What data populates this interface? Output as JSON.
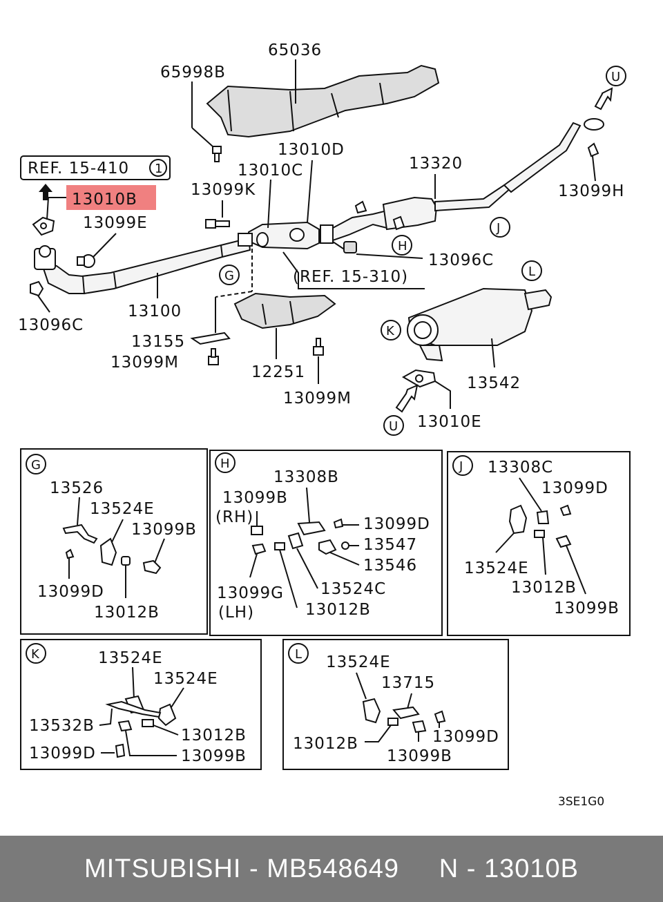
{
  "labels": {
    "p65036": "65036",
    "p65998B": "65998B",
    "p13010D": "13010D",
    "p13320": "13320",
    "p13010C": "13010C",
    "p13099K": "13099K",
    "p13099H": "13099H",
    "ref1": "REF. 15-410",
    "ref1_circle": "1",
    "highlight": "13010B",
    "p13099E": "13099E",
    "p13096C_right": "13096C",
    "ref2": "(REF. 15-310)",
    "p13100": "13100",
    "p13096C_left": "13096C",
    "p13155": "13155",
    "p13099M_left": "13099M",
    "p12251": "12251",
    "p13099M_mid": "13099M",
    "p13542": "13542",
    "p13010E": "13010E"
  },
  "callouts": {
    "U_top": "U",
    "J": "J",
    "H": "H",
    "G": "G",
    "L": "L",
    "K": "K",
    "U_bottom": "U"
  },
  "panels": {
    "G": {
      "letter": "G",
      "a": "13526",
      "b": "13524E",
      "c": "13099B",
      "d": "13099D",
      "e": "13012B"
    },
    "H": {
      "letter": "H",
      "a": "13308B",
      "b": "13099B",
      "c": "(RH)",
      "d": "13099D",
      "e": "13547",
      "f": "13546",
      "g": "13099G",
      "h": "13524C",
      "i": "(LH)",
      "j": "13012B"
    },
    "J": {
      "letter": "J",
      "a": "13308C",
      "b": "13099D",
      "c": "13524E",
      "d": "13012B",
      "e": "13099B"
    },
    "K": {
      "letter": "K",
      "a": "13524E",
      "b": "13524E",
      "c": "13532B",
      "d": "13012B",
      "e": "13099D",
      "f": "13099B"
    },
    "L": {
      "letter": "L",
      "a": "13524E",
      "b": "13715",
      "c": "13012B",
      "d": "13099D",
      "e": "13099B"
    }
  },
  "drawing_code": "3SE1G0",
  "footer": {
    "text": "MITSUBISHI - MB548649     N - 13010B"
  },
  "colors": {
    "highlight": "#f08080",
    "footer_bg": "#7a7a7a",
    "footer_text": "#ffffff"
  }
}
